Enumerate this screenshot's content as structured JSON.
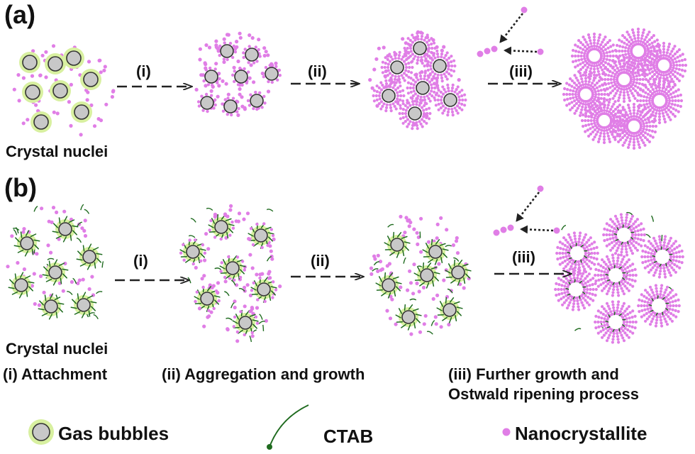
{
  "panels": [
    {
      "label": "(a)",
      "nuclei_caption": "Crystal nuclei",
      "steps": [
        "(i)",
        "(ii)",
        "(iii)"
      ]
    },
    {
      "label": "(b)",
      "nuclei_caption": "Crystal nuclei",
      "steps": [
        "(i)",
        "(ii)",
        "(iii)"
      ]
    }
  ],
  "step_descriptions": [
    "(i) Attachment",
    "(ii) Aggregation and growth",
    "(iii) Further growth and",
    "Ostwald ripening process"
  ],
  "legend": {
    "gas_bubbles": "Gas bubbles",
    "ctab": "CTAB",
    "nanocrystallite": "Nanocrystallite"
  },
  "colors": {
    "nanocrystallite": "#e07ee6",
    "bubble_fill": "#c8c8c8",
    "bubble_glow": "#d8f0a0",
    "ctab": "#1f6b1f",
    "arrow": "#222222"
  }
}
